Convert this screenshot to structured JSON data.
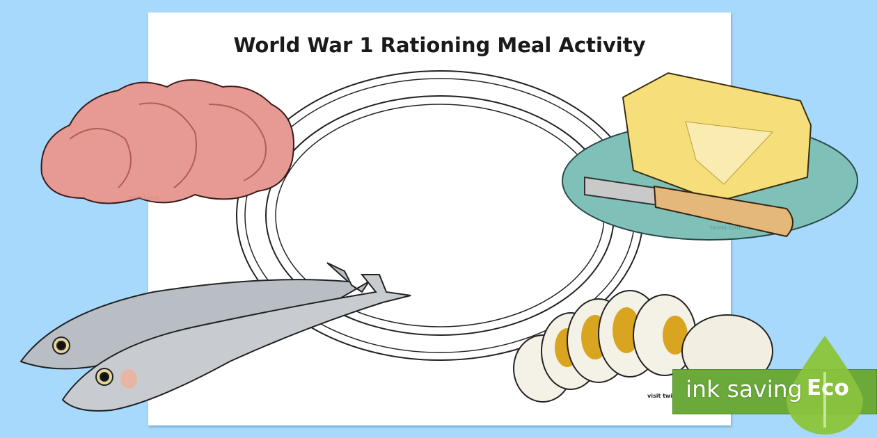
{
  "title": "World War 1 Rationing Meal Activity",
  "footer_text": "visit twinkl",
  "watermark": "twinkl.com",
  "badge": {
    "label": "ink saving",
    "tag": "Eco"
  },
  "colors": {
    "background": "#a6d9fb",
    "badge_green": "#6aa93a",
    "leaf_green": "#8cc63f"
  }
}
